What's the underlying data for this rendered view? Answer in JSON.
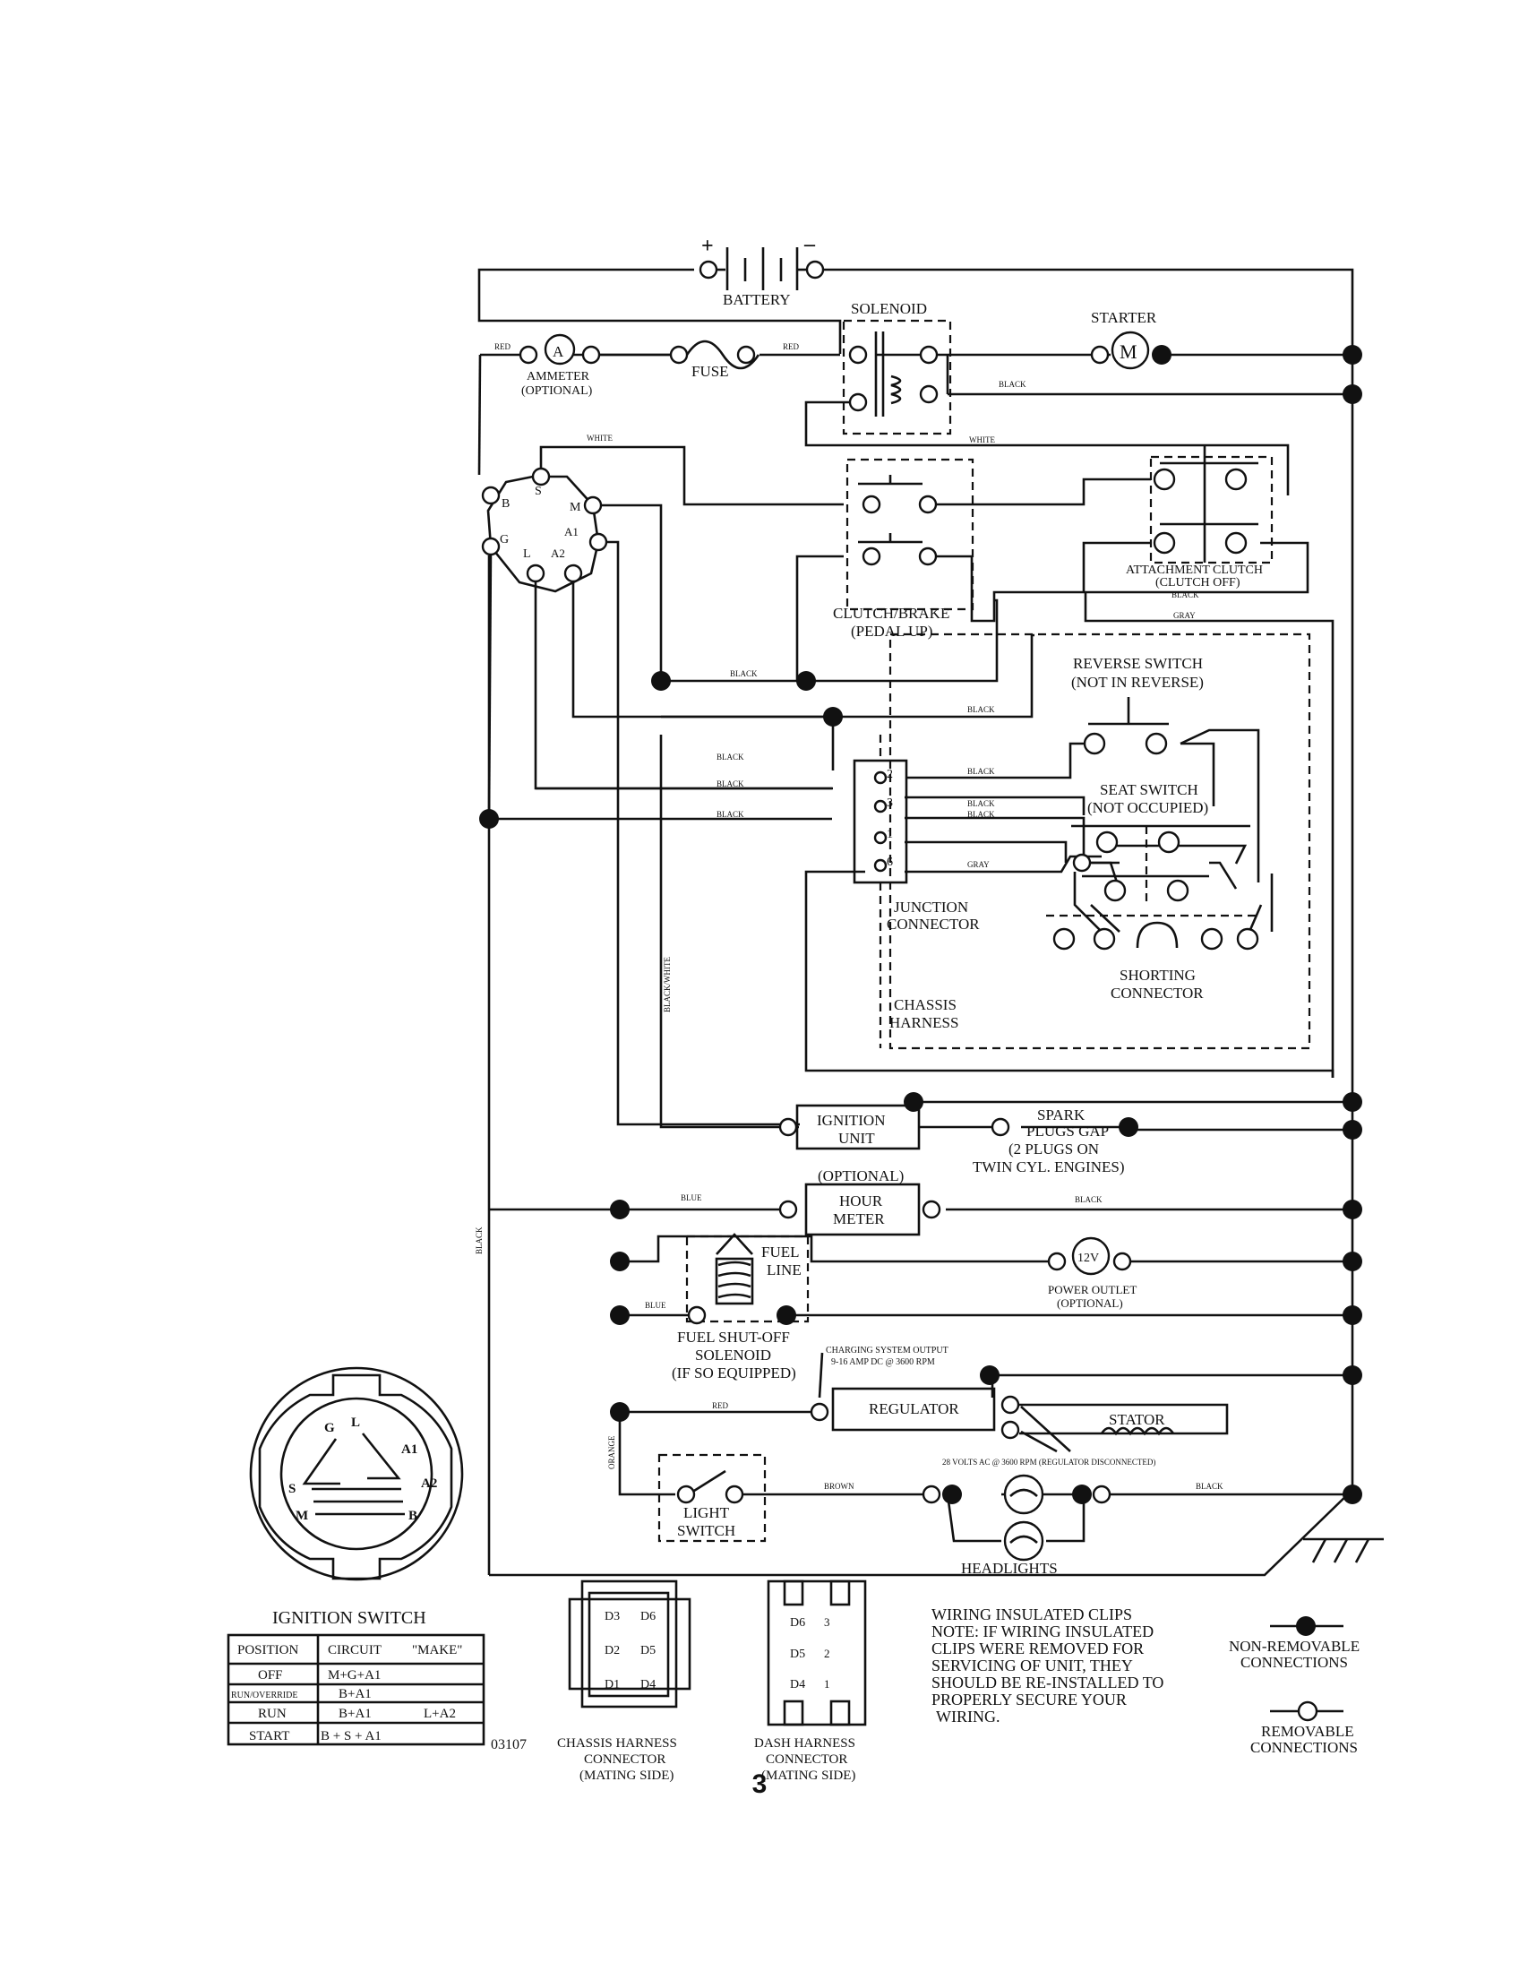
{
  "labels": {
    "battery": "BATTERY",
    "plus": "+",
    "minus": "–",
    "solenoid": "SOLENOID",
    "starter": "STARTER",
    "starter_m": "M",
    "ammeter_a": "A",
    "ammeter": "AMMETER",
    "optional_paren": "(OPTIONAL)",
    "fuse": "FUSE",
    "clutch_brake": "CLUTCH/BRAKE",
    "pedal_up": "(PEDAL UP)",
    "attachment_clutch": "ATTACHMENT CLUTCH",
    "clutch_off": "(CLUTCH OFF)",
    "reverse_switch": "REVERSE SWITCH",
    "not_in_reverse": "(NOT IN REVERSE)",
    "seat_switch": "SEAT SWITCH",
    "not_occupied": "(NOT OCCUPIED)",
    "junction": "JUNCTION",
    "connector": "CONNECTOR",
    "shorting": "SHORTING",
    "chassis": "CHASSIS",
    "harness": "HARNESS",
    "ignition_unit_1": "IGNITION",
    "ignition_unit_2": "UNIT",
    "spark_1": "SPARK",
    "spark_2": "PLUGS GAP",
    "spark_3": "(2 PLUGS ON",
    "spark_4": "TWIN CYL. ENGINES)",
    "optional_caps": "(OPTIONAL)",
    "hour_1": "HOUR",
    "hour_2": "METER",
    "fuel_1": "FUEL",
    "fuel_2": "LINE",
    "outlet_12v": "12V",
    "power_outlet": "POWER OUTLET",
    "fuel_shutoff_1": "FUEL SHUT-OFF",
    "fuel_shutoff_2": "SOLENOID",
    "fuel_shutoff_3": "(IF SO EQUIPPED)",
    "charging_1": "CHARGING SYSTEM OUTPUT",
    "charging_2": "9-16 AMP DC @ 3600 RPM",
    "regulator": "REGULATOR",
    "stator": "STATOR",
    "ac_note": "28 VOLTS AC @ 3600 RPM (REGULATOR DISCONNECTED)",
    "light_1": "LIGHT",
    "light_2": "SWITCH",
    "headlights": "HEADLIGHTS",
    "ignition_switch": "IGNITION SWITCH",
    "part_no": "03107",
    "chassis_conn_1": "CHASSIS HARNESS",
    "chassis_conn_2": "CONNECTOR",
    "chassis_conn_3": "(MATING SIDE)",
    "dash_conn_1": "DASH HARNESS",
    "dash_conn_2": "CONNECTOR",
    "dash_conn_3": "(MATING SIDE)",
    "note_1": "WIRING INSULATED CLIPS",
    "note_2": "NOTE:  IF WIRING INSULATED",
    "note_3": "CLIPS WERE REMOVED FOR",
    "note_4": "SERVICING OF UNIT, THEY",
    "note_5": "SHOULD BE RE-INSTALLED TO",
    "note_6": "PROPERLY SECURE YOUR",
    "note_7": "WIRING.",
    "legend_nonrem_1": "NON-REMOVABLE",
    "legend_nonrem_2": "CONNECTIONS",
    "legend_rem_1": "REMOVABLE",
    "legend_rem_2": "CONNECTIONS",
    "page_number": "3"
  },
  "wires": {
    "red": "RED",
    "black": "BLACK",
    "white": "WHITE",
    "gray": "GRAY",
    "blue": "BLUE",
    "brown": "BROWN",
    "orange": "ORANGE",
    "black_white": "BLACK/WHITE"
  },
  "terminals": {
    "switch": [
      "S",
      "M",
      "A1",
      "A2",
      "L",
      "G",
      "B"
    ],
    "junction": [
      "2",
      "3",
      "1",
      "6"
    ],
    "chassis": [
      "D3",
      "D6",
      "D2",
      "D5",
      "D1",
      "D4"
    ],
    "dash": [
      "D6",
      "3",
      "D5",
      "2",
      "D4",
      "1"
    ]
  },
  "ignition_table": {
    "headers": [
      "POSITION",
      "CIRCUIT",
      "\"MAKE\""
    ],
    "rows": [
      [
        "OFF",
        "M+G+A1",
        ""
      ],
      [
        "RUN/OVERRIDE",
        "B+A1",
        ""
      ],
      [
        "RUN",
        "B+A1",
        "L+A2"
      ],
      [
        "START",
        "B + S + A1",
        ""
      ]
    ]
  }
}
